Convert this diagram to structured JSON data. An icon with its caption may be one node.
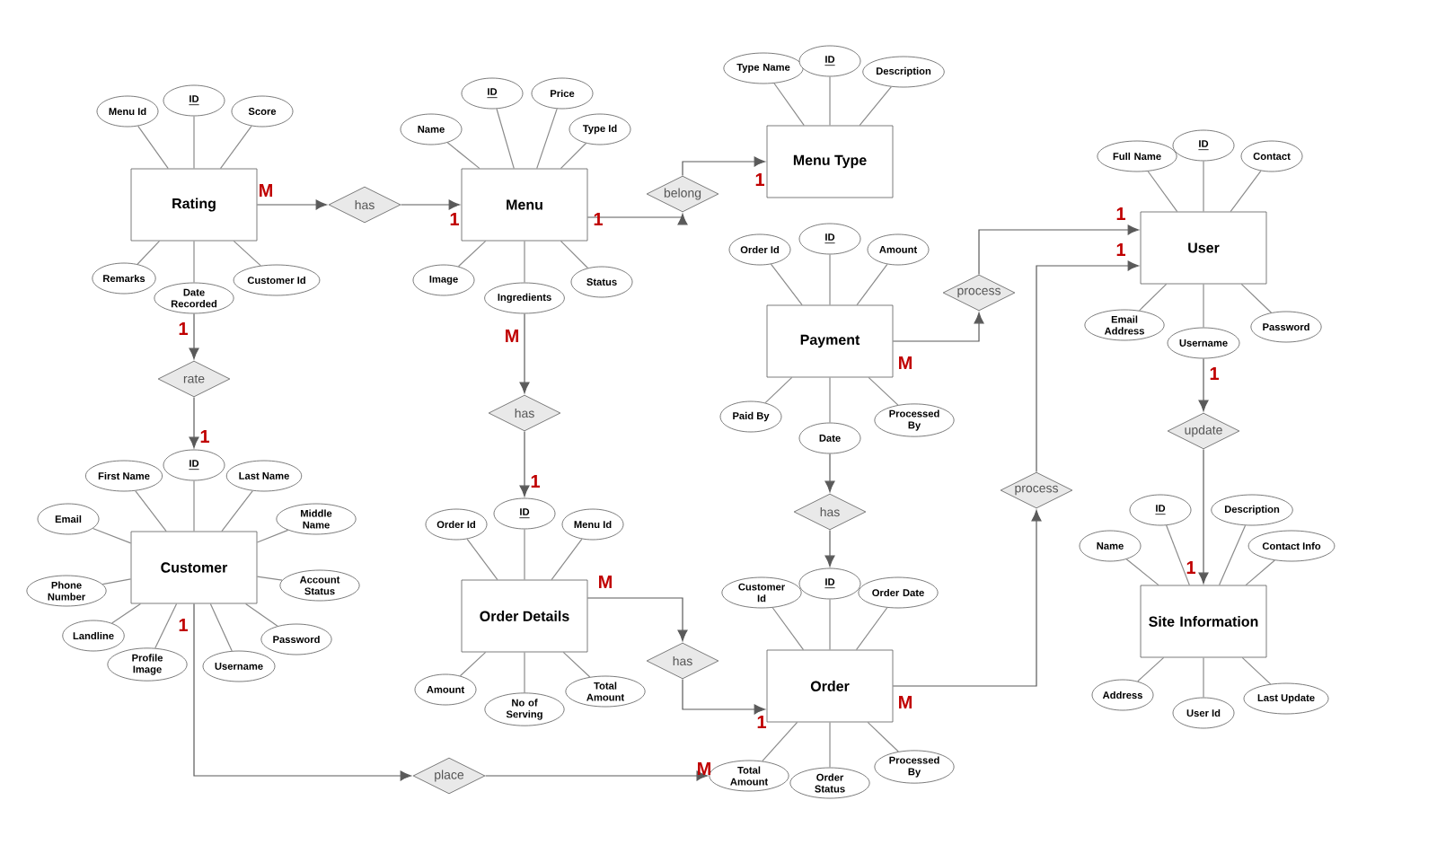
{
  "diagram": {
    "nodes": [
      {
        "text": [
          "Rating"
        ]
      },
      {
        "text": [
          "Menu Id"
        ]
      },
      {
        "text": [
          "ID"
        ]
      },
      {
        "text": [
          "Score"
        ]
      },
      {
        "text": [
          "Remarks"
        ]
      },
      {
        "text": [
          "Date Recorded"
        ]
      },
      {
        "text": [
          "Customer Id"
        ]
      },
      {
        "text": [
          "has"
        ]
      },
      {
        "text": [
          "Menu"
        ]
      },
      {
        "text": [
          "Name"
        ]
      },
      {
        "text": [
          "ID"
        ]
      },
      {
        "text": [
          "Price"
        ]
      },
      {
        "text": [
          "Type Id"
        ]
      },
      {
        "text": [
          "Image"
        ]
      },
      {
        "text": [
          "Ingredients"
        ]
      },
      {
        "text": [
          "Status"
        ]
      },
      {
        "text": [
          "belong"
        ]
      },
      {
        "text": [
          "Menu Type"
        ]
      },
      {
        "text": [
          "Type Name"
        ]
      },
      {
        "text": [
          "ID"
        ]
      },
      {
        "text": [
          "Description"
        ]
      },
      {
        "text": [
          "User"
        ]
      },
      {
        "text": [
          "Full Name"
        ]
      },
      {
        "text": [
          "ID"
        ]
      },
      {
        "text": [
          "Contact"
        ]
      },
      {
        "text": [
          "Email Address"
        ]
      },
      {
        "text": [
          "Username"
        ]
      },
      {
        "text": [
          "Password"
        ]
      },
      {
        "text": [
          "Payment"
        ]
      },
      {
        "text": [
          "Order Id"
        ]
      },
      {
        "text": [
          "ID"
        ]
      },
      {
        "text": [
          "Amount"
        ]
      },
      {
        "text": [
          "Paid By"
        ]
      },
      {
        "text": [
          "Date"
        ]
      },
      {
        "text": [
          "Processed By"
        ]
      },
      {
        "text": [
          "process"
        ]
      },
      {
        "text": [
          "rate"
        ]
      },
      {
        "text": [
          "has"
        ]
      },
      {
        "text": [
          "update"
        ]
      },
      {
        "text": [
          "process"
        ]
      },
      {
        "text": [
          "has"
        ]
      },
      {
        "text": [
          "Customer"
        ]
      },
      {
        "text": [
          "ID"
        ]
      },
      {
        "text": [
          "First Name"
        ]
      },
      {
        "text": [
          "Last Name"
        ]
      },
      {
        "text": [
          "Email"
        ]
      },
      {
        "text": [
          "Middle Name"
        ]
      },
      {
        "text": [
          "Phone Number"
        ]
      },
      {
        "text": [
          "Account Status"
        ]
      },
      {
        "text": [
          "Landline"
        ]
      },
      {
        "text": [
          "Profile Image"
        ]
      },
      {
        "text": [
          "Username"
        ]
      },
      {
        "text": [
          "Password"
        ]
      },
      {
        "text": [
          "Order Details"
        ]
      },
      {
        "text": [
          "Order Id"
        ]
      },
      {
        "text": [
          "ID"
        ]
      },
      {
        "text": [
          "Menu Id"
        ]
      },
      {
        "text": [
          "Amount"
        ]
      },
      {
        "text": [
          "No of Serving"
        ]
      },
      {
        "text": [
          "Total Amount"
        ]
      },
      {
        "text": [
          "has"
        ]
      },
      {
        "text": [
          "Order"
        ]
      },
      {
        "text": [
          "Customer Id"
        ]
      },
      {
        "text": [
          "ID"
        ]
      },
      {
        "text": [
          "Order Date"
        ]
      },
      {
        "text": [
          "Total Amount"
        ]
      },
      {
        "text": [
          "Order Status"
        ]
      },
      {
        "text": [
          "Processed By"
        ]
      },
      {
        "text": [
          "Site Information"
        ]
      },
      {
        "text": [
          "ID"
        ]
      },
      {
        "text": [
          "Description"
        ]
      },
      {
        "text": [
          "Name"
        ]
      },
      {
        "text": [
          "Contact Info"
        ]
      },
      {
        "text": [
          "Address"
        ]
      },
      {
        "text": [
          "User Id"
        ]
      },
      {
        "text": [
          "Last Update"
        ]
      },
      {
        "text": [
          "place"
        ]
      }
    ],
    "edges": [
      {
        "from": 0,
        "to": 1,
        "arrow": "none"
      },
      {
        "from": 0,
        "to": 2,
        "arrow": "none"
      },
      {
        "from": 0,
        "to": 3,
        "arrow": "none"
      },
      {
        "from": 0,
        "to": 4,
        "arrow": "none"
      },
      {
        "from": 0,
        "to": 5,
        "arrow": "none"
      },
      {
        "from": 0,
        "to": 6,
        "arrow": "none"
      },
      {
        "from": 8,
        "to": 9,
        "arrow": "none"
      },
      {
        "from": 8,
        "to": 10,
        "arrow": "none"
      },
      {
        "from": 8,
        "to": 11,
        "arrow": "none"
      },
      {
        "from": 8,
        "to": 12,
        "arrow": "none"
      },
      {
        "from": 8,
        "to": 13,
        "arrow": "none"
      },
      {
        "from": 8,
        "to": 14,
        "arrow": "none"
      },
      {
        "from": 8,
        "to": 15,
        "arrow": "none"
      },
      {
        "from": 17,
        "to": 18,
        "arrow": "none"
      },
      {
        "from": 17,
        "to": 19,
        "arrow": "none"
      },
      {
        "from": 17,
        "to": 20,
        "arrow": "none"
      },
      {
        "from": 21,
        "to": 22,
        "arrow": "none"
      },
      {
        "from": 21,
        "to": 23,
        "arrow": "none"
      },
      {
        "from": 21,
        "to": 24,
        "arrow": "none"
      },
      {
        "from": 21,
        "to": 25,
        "arrow": "none"
      },
      {
        "from": 21,
        "to": 26,
        "arrow": "none"
      },
      {
        "from": 21,
        "to": 27,
        "arrow": "none"
      },
      {
        "from": 28,
        "to": 29,
        "arrow": "none"
      },
      {
        "from": 28,
        "to": 30,
        "arrow": "none"
      },
      {
        "from": 28,
        "to": 31,
        "arrow": "none"
      },
      {
        "from": 28,
        "to": 32,
        "arrow": "none"
      },
      {
        "from": 28,
        "to": 33,
        "arrow": "none"
      },
      {
        "from": 28,
        "to": 34,
        "arrow": "none"
      },
      {
        "from": 41,
        "to": 42,
        "arrow": "none"
      },
      {
        "from": 41,
        "to": 43,
        "arrow": "none"
      },
      {
        "from": 41,
        "to": 44,
        "arrow": "none"
      },
      {
        "from": 41,
        "to": 45,
        "arrow": "none"
      },
      {
        "from": 41,
        "to": 46,
        "arrow": "none"
      },
      {
        "from": 41,
        "to": 47,
        "arrow": "none"
      },
      {
        "from": 41,
        "to": 48,
        "arrow": "none"
      },
      {
        "from": 41,
        "to": 49,
        "arrow": "none"
      },
      {
        "from": 41,
        "to": 50,
        "arrow": "none"
      },
      {
        "from": 41,
        "to": 51,
        "arrow": "none"
      },
      {
        "from": 41,
        "to": 52,
        "arrow": "none"
      },
      {
        "from": 53,
        "to": 54,
        "arrow": "none"
      },
      {
        "from": 53,
        "to": 55,
        "arrow": "none"
      },
      {
        "from": 53,
        "to": 56,
        "arrow": "none"
      },
      {
        "from": 53,
        "to": 57,
        "arrow": "none"
      },
      {
        "from": 53,
        "to": 58,
        "arrow": "none"
      },
      {
        "from": 53,
        "to": 59,
        "arrow": "none"
      },
      {
        "from": 61,
        "to": 62,
        "arrow": "none"
      },
      {
        "from": 61,
        "to": 63,
        "arrow": "none"
      },
      {
        "from": 61,
        "to": 64,
        "arrow": "none"
      },
      {
        "from": 61,
        "to": 65,
        "arrow": "none"
      },
      {
        "from": 61,
        "to": 66,
        "arrow": "none"
      },
      {
        "from": 61,
        "to": 67,
        "arrow": "none"
      },
      {
        "from": 68,
        "to": 69,
        "arrow": "none"
      },
      {
        "from": 68,
        "to": 70,
        "arrow": "none"
      },
      {
        "from": 68,
        "to": 71,
        "arrow": "none"
      },
      {
        "from": 68,
        "to": 72,
        "arrow": "none"
      },
      {
        "from": 68,
        "to": 73,
        "arrow": "none"
      },
      {
        "from": 68,
        "to": 74,
        "arrow": "none"
      },
      {
        "from": 68,
        "to": 75,
        "arrow": "none"
      },
      {
        "from": 0,
        "to": 7,
        "arrow": "to"
      },
      {
        "from": 7,
        "to": 8,
        "arrow": "to"
      },
      {
        "from": 8,
        "to": 16,
        "arrow": "to"
      },
      {
        "from": 16,
        "to": 17,
        "arrow": "to"
      },
      {
        "from": 5,
        "to": 36,
        "arrow": "to"
      },
      {
        "from": 36,
        "to": 42,
        "arrow": "to"
      },
      {
        "from": 14,
        "to": 37,
        "arrow": "to"
      },
      {
        "from": 37,
        "to": 55,
        "arrow": "to"
      },
      {
        "from": 28,
        "to": 35,
        "arrow": "to"
      },
      {
        "from": 35,
        "to": 21,
        "arrow": "to"
      },
      {
        "from": 26,
        "to": 38,
        "arrow": "to"
      },
      {
        "from": 38,
        "to": 68,
        "arrow": "to"
      },
      {
        "from": 33,
        "to": 40,
        "arrow": "to"
      },
      {
        "from": 40,
        "to": 63,
        "arrow": "to"
      },
      {
        "from": 61,
        "to": 39,
        "arrow": "to"
      },
      {
        "from": 39,
        "to": 21,
        "arrow": "to"
      },
      {
        "from": 53,
        "to": 60,
        "arrow": "to"
      },
      {
        "from": 60,
        "to": 61,
        "arrow": "to"
      },
      {
        "from": 41,
        "to": 76,
        "arrow": "to"
      },
      {
        "from": 76,
        "to": 65,
        "arrow": "to"
      }
    ],
    "labels": [
      "M",
      "1",
      "1",
      "1",
      "1",
      "1",
      "M",
      "1",
      "1",
      "M",
      "1",
      "1",
      "1",
      "1",
      "M",
      "1",
      "M",
      "M"
    ]
  }
}
